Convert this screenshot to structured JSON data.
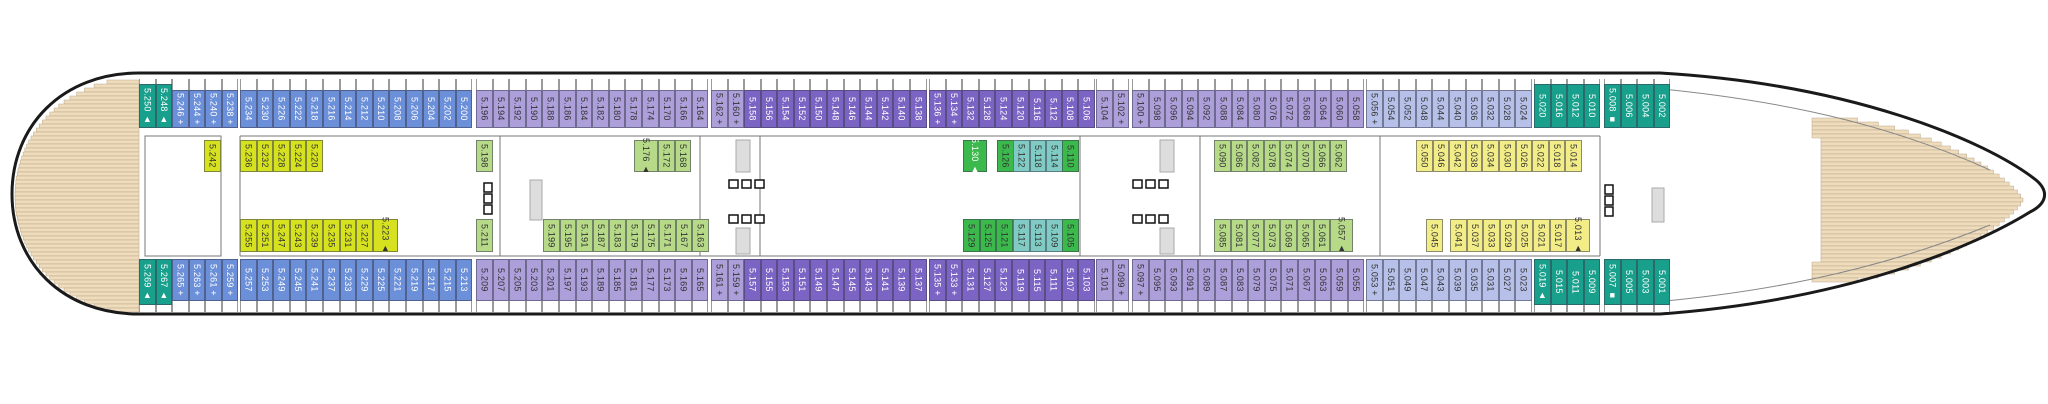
{
  "colors": {
    "teal": "#19a08c",
    "blue": "#6b8fd8",
    "lightpurple": "#ac9fda",
    "darkpurple": "#7c64c4",
    "paleblue": "#b6c0e8",
    "yellow": "#d6e21f",
    "lightgreen": "#b6da88",
    "green": "#3cb94c",
    "cyan": "#80ccc4",
    "paleyellow": "#f3ed88",
    "deck": "#efdcbc",
    "hull": "#1a1a1a"
  },
  "rows": {
    "top_outer": [
      {
        "color": "teal",
        "cabins": [
          "5.250 ▲",
          "5.248 ▲"
        ]
      },
      {
        "color": "blue",
        "cabins": [
          "5.246 +",
          "5.244 +",
          "5.240 +",
          "5.238 +"
        ]
      },
      {
        "color": "blue",
        "cabins": [
          "5.234",
          "5.230",
          "5.226",
          "5.222",
          "5.218",
          "5.216",
          "5.214",
          "5.212",
          "5.210",
          "5.208",
          "5.206",
          "5.204",
          "5.202",
          "5.200"
        ]
      },
      {
        "color": "lightpurple",
        "cabins": [
          "5.196",
          "5.194",
          "5.192",
          "5.190",
          "5.188",
          "5.186",
          "5.184",
          "5.182",
          "5.180",
          "5.178",
          "5.174",
          "5.170",
          "5.166",
          "5.164"
        ]
      },
      {
        "color": "lightpurple",
        "cabins": [
          "5.162 +",
          "5.160 +"
        ]
      },
      {
        "color": "darkpurple",
        "cabins": [
          "5.158",
          "5.156",
          "5.154",
          "5.152",
          "5.150",
          "5.148",
          "5.146",
          "5.144",
          "5.142",
          "5.140",
          "5.138"
        ]
      },
      {
        "color": "darkpurple",
        "cabins": [
          "5.136 +",
          "5.134 +",
          "5.132",
          "5.128",
          "5.124",
          "5.120",
          "5.116",
          "5.112",
          "5.108",
          "5.106"
        ]
      },
      {
        "color": "lightpurple",
        "cabins": [
          "5.104",
          "5.102 +"
        ]
      },
      {
        "color": "lightpurple",
        "cabins": [
          "5.100 +",
          "5.098",
          "5.096",
          "5.094",
          "5.092",
          "5.088",
          "5.084",
          "5.080",
          "5.076",
          "5.072",
          "5.068",
          "5.064",
          "5.060",
          "5.058"
        ]
      },
      {
        "color": "paleblue",
        "cabins": [
          "5.056 +",
          "5.054",
          "5.052",
          "5.048",
          "5.044",
          "5.040",
          "5.036",
          "5.032",
          "5.028",
          "5.024"
        ]
      },
      {
        "color": "teal",
        "cabins": [
          "5.020",
          "5.016",
          "5.012",
          "5.010"
        ]
      },
      {
        "color": "teal",
        "cabins": [
          "5.008 ■",
          "5.006",
          "5.004",
          "5.002"
        ]
      }
    ],
    "inner_top": [
      {
        "color": "yellow",
        "cabins": [
          "5.242"
        ]
      },
      {
        "color": "yellow",
        "cabins": [
          "5.236",
          "5.232",
          "5.228",
          "5.224",
          "5.220"
        ]
      },
      {
        "color": "lightgreen",
        "cabins": [
          "5.198"
        ]
      },
      {
        "color": "lightgreen",
        "cabins": [
          "5.176 ▲",
          "5.172",
          "5.168"
        ]
      },
      {
        "color": "green",
        "cabins": [
          "5.130 ▲"
        ]
      },
      {
        "color": "green",
        "cabins": [
          "5.126"
        ]
      },
      {
        "color": "cyan",
        "cabins": [
          "5.122",
          "5.118",
          "5.114"
        ]
      },
      {
        "color": "green",
        "cabins": [
          "5.110"
        ]
      },
      {
        "color": "lightgreen",
        "cabins": [
          "5.090",
          "5.086",
          "5.082",
          "5.078",
          "5.074",
          "5.070",
          "5.066",
          "5.062"
        ]
      },
      {
        "color": "paleyellow",
        "cabins": [
          "5.050",
          "5.046",
          "5.042",
          "5.038",
          "5.034",
          "5.030",
          "5.026",
          "5.022",
          "5.018",
          "5.014"
        ]
      }
    ],
    "inner_bottom": [
      {
        "color": "yellow",
        "cabins": [
          "5.255",
          "5.251",
          "5.247",
          "5.243",
          "5.239",
          "5.235",
          "5.231",
          "5.227",
          "5.223 ▲"
        ]
      },
      {
        "color": "lightgreen",
        "cabins": [
          "5.211"
        ]
      },
      {
        "color": "lightgreen",
        "cabins": [
          "5.199",
          "5.195",
          "5.191",
          "5.187",
          "5.183",
          "5.179",
          "5.175",
          "5.171",
          "5.167",
          "5.163"
        ]
      },
      {
        "color": "green",
        "cabins": [
          "5.129",
          "5.125",
          "5.121"
        ]
      },
      {
        "color": "cyan",
        "cabins": [
          "5.117",
          "5.113",
          "5.109"
        ]
      },
      {
        "color": "green",
        "cabins": [
          "5.105"
        ]
      },
      {
        "color": "lightgreen",
        "cabins": [
          "5.085",
          "5.081",
          "5.077",
          "5.073",
          "5.069",
          "5.065",
          "5.061",
          "5.057 ▲"
        ]
      },
      {
        "color": "paleyellow",
        "cabins": [
          "5.045"
        ]
      },
      {
        "color": "paleyellow",
        "cabins": [
          "5.041",
          "5.037",
          "5.033",
          "5.029",
          "5.025",
          "5.021",
          "5.017",
          "5.013 ▲"
        ]
      }
    ],
    "bottom_outer": [
      {
        "color": "teal",
        "cabins": [
          "5.269 ▲",
          "5.267 ▲"
        ]
      },
      {
        "color": "blue",
        "cabins": [
          "5.265 +",
          "5.263 +",
          "5.261 +",
          "5.259 +"
        ]
      },
      {
        "color": "blue",
        "cabins": [
          "5.257",
          "5.253",
          "5.249",
          "5.245",
          "5.241",
          "5.237",
          "5.233",
          "5.229",
          "5.225",
          "5.221",
          "5.219",
          "5.217",
          "5.215",
          "5.213"
        ]
      },
      {
        "color": "lightpurple",
        "cabins": [
          "5.209",
          "5.207",
          "5.205",
          "5.203",
          "5.201",
          "5.197",
          "5.193",
          "5.189",
          "5.185",
          "5.181",
          "5.177",
          "5.173",
          "5.169",
          "5.165"
        ]
      },
      {
        "color": "lightpurple",
        "cabins": [
          "5.161 +",
          "5.159 +"
        ]
      },
      {
        "color": "darkpurple",
        "cabins": [
          "5.157",
          "5.155",
          "5.153",
          "5.151",
          "5.149",
          "5.147",
          "5.145",
          "5.143",
          "5.141",
          "5.139",
          "5.137"
        ]
      },
      {
        "color": "darkpurple",
        "cabins": [
          "5.135 +",
          "5.133 +",
          "5.131",
          "5.127",
          "5.123",
          "5.119",
          "5.115",
          "5.111",
          "5.107",
          "5.103"
        ]
      },
      {
        "color": "lightpurple",
        "cabins": [
          "5.101",
          "5.099 +"
        ]
      },
      {
        "color": "lightpurple",
        "cabins": [
          "5.097 +",
          "5.095",
          "5.093",
          "5.091",
          "5.089",
          "5.087",
          "5.083",
          "5.079",
          "5.075",
          "5.071",
          "5.067",
          "5.063",
          "5.059",
          "5.055"
        ]
      },
      {
        "color": "paleblue",
        "cabins": [
          "5.053 +",
          "5.051",
          "5.049",
          "5.047",
          "5.043",
          "5.039",
          "5.035",
          "5.031",
          "5.027",
          "5.023"
        ]
      },
      {
        "color": "teal",
        "cabins": [
          "5.019 ▲",
          "5.015",
          "5.011",
          "5.009"
        ]
      },
      {
        "color": "teal",
        "cabins": [
          "5.007 ■",
          "5.005",
          "5.003",
          "5.001"
        ]
      }
    ]
  }
}
